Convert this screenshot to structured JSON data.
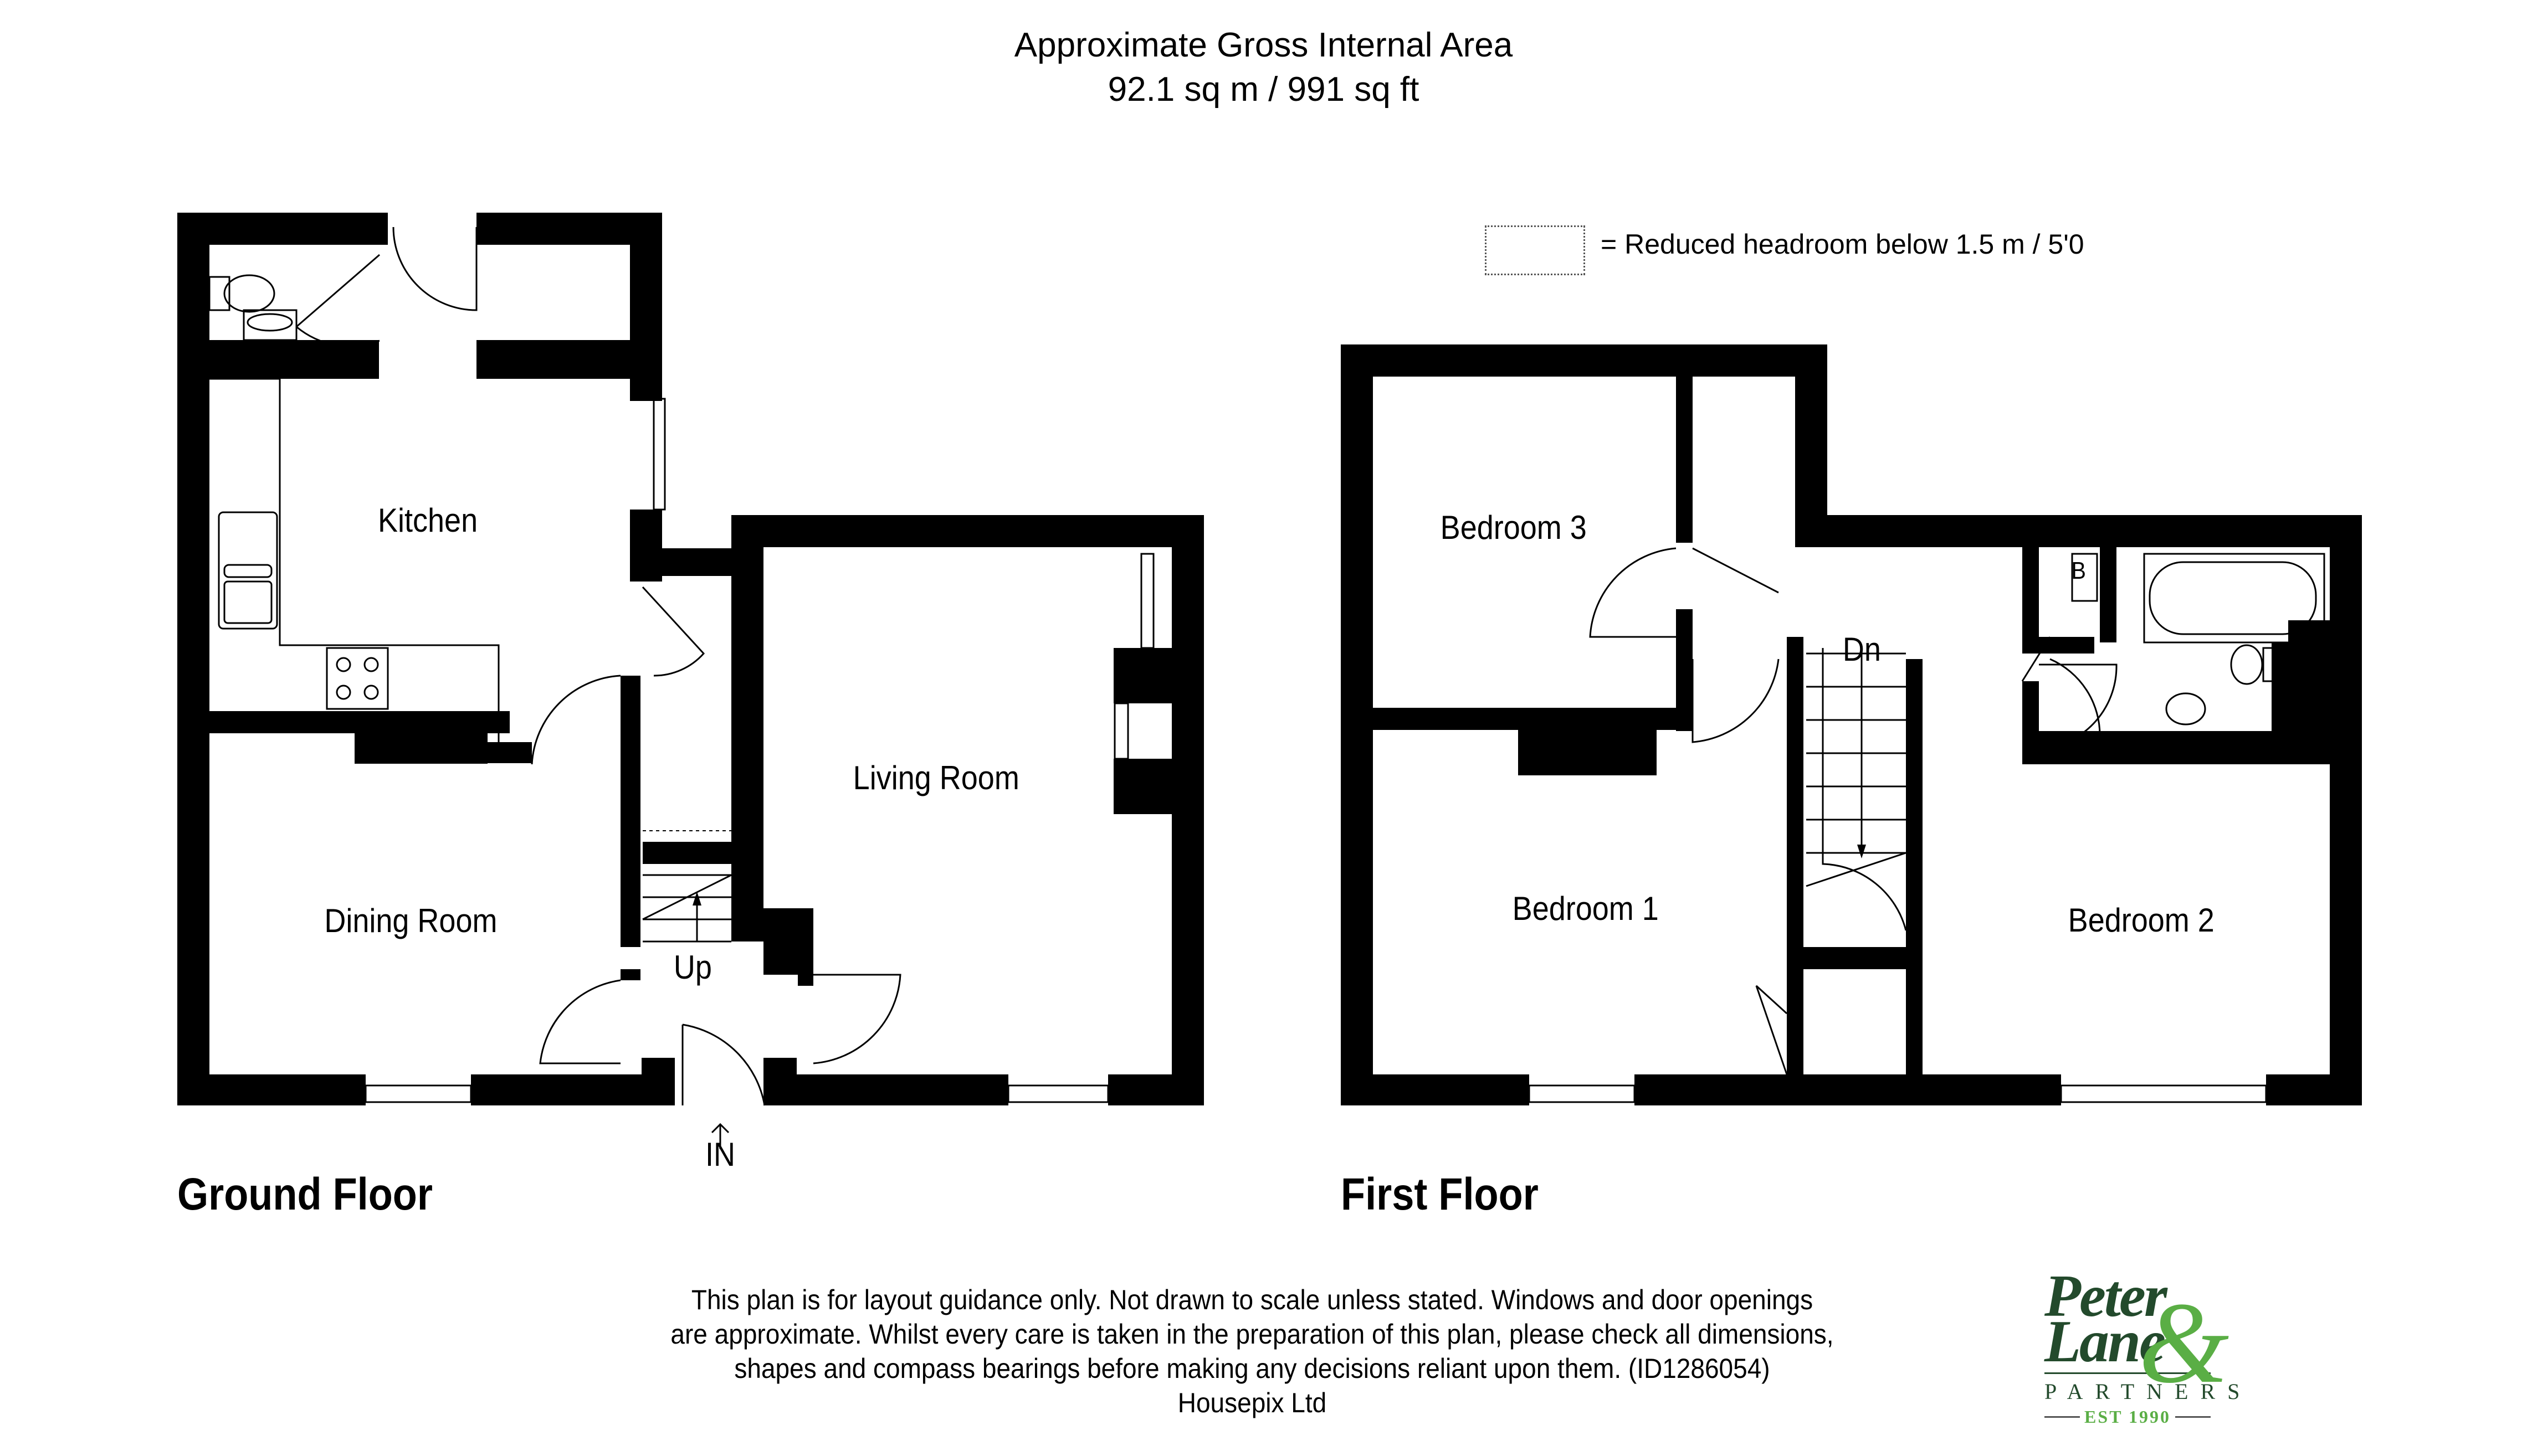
{
  "header": {
    "title_line1": "Approximate Gross Internal Area",
    "title_line2": "92.1 sq m / 991 sq ft"
  },
  "legend": {
    "symbol": "dotted-rectangle",
    "text": "=  Reduced headroom below 1.5 m / 5'0"
  },
  "ground_floor": {
    "label": "Ground Floor",
    "rooms": [
      {
        "name": "Kitchen"
      },
      {
        "name": "Dining Room"
      },
      {
        "name": "Living Room"
      }
    ],
    "stairs_label": "Up",
    "entrance_label": "IN"
  },
  "first_floor": {
    "label": "First Floor",
    "rooms": [
      {
        "name": "Bedroom 3"
      },
      {
        "name": "Bedroom 1"
      },
      {
        "name": "Bedroom 2"
      }
    ],
    "stairs_label": "Dn",
    "boiler_label": "B"
  },
  "footer": {
    "disclaimer_line1": "This plan is for layout guidance only. Not drawn to scale unless stated. Windows and door openings",
    "disclaimer_line2": "are approximate. Whilst every care is taken in the preparation of this plan, please check all dimensions,",
    "disclaimer_line3": "shapes and compass bearings before making any decisions reliant upon them. (ID1286054)",
    "disclaimer_line4": "Housepix Ltd"
  },
  "logo": {
    "line1": "Peter",
    "line2": "Lane",
    "ampersand": "&",
    "partners": "PARTNERS",
    "est": "EST 1990",
    "colors": {
      "dark_green": "#234a2c",
      "light_green": "#5aae45"
    }
  }
}
